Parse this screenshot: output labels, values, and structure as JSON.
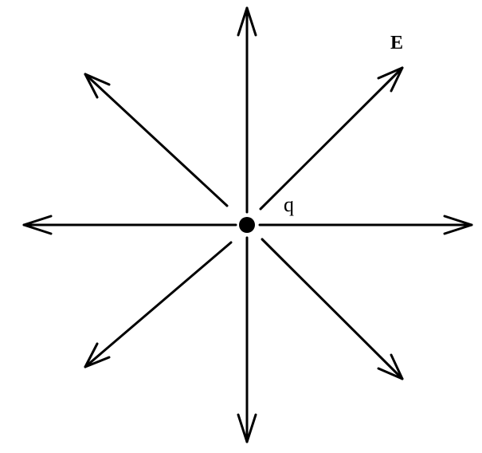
{
  "labels": {
    "field": "E",
    "charge": "q"
  },
  "arrow_directions": [
    "up",
    "down",
    "left",
    "right",
    "up-left",
    "up-right",
    "down-left",
    "down-right"
  ],
  "colors": {
    "stroke": "#000000",
    "background": "#ffffff"
  }
}
